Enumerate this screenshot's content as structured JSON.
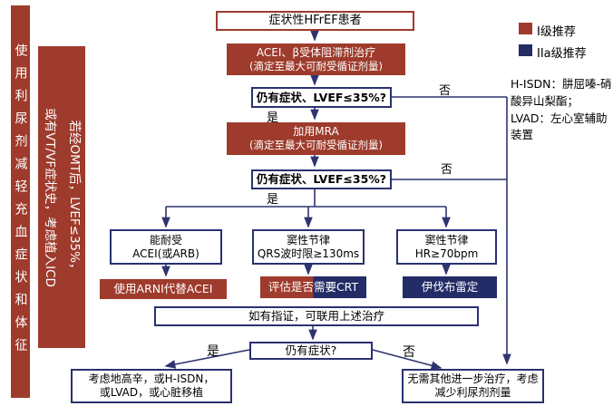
{
  "palette": {
    "class1_red": "#9e3b2c",
    "class2a_navy": "#232c66",
    "line_navy": "#2e3470"
  },
  "side_bars": {
    "diuretic_bar": "使用利尿剂减轻充血症状和体征",
    "icd_bar_line1": "若经OMT后，LVEF≤35%，",
    "icd_bar_line2": "或有VT/VF症状史，考虑植入ICD"
  },
  "flow": {
    "start": "症状性HFrEF患者",
    "acei_line1": "ACEI、β受体阻滞剂治疗",
    "acei_line2": "(滴定至最大可耐受循证剂量)",
    "q1": "仍有症状、LVEF≤35%?",
    "yes1": "是",
    "no1": "否",
    "mra_line1": "加用MRA",
    "mra_line2": "(滴定至最大可耐受循证剂量)",
    "q2": "仍有症状、LVEF≤35%?",
    "yes2": "是",
    "no2": "否",
    "branch_acei_line1": "能耐受",
    "branch_acei_line2": "ACEI(或ARB)",
    "branch_qrs_line1": "窦性节律",
    "branch_qrs_line2": "QRS波时限≥130ms",
    "branch_hr_line1": "窦性节律",
    "branch_hr_line2": "HR≥70bpm",
    "arni": "使用ARNI代替ACEI",
    "crt_left": "评估是否",
    "crt_right": "需要CRT",
    "ivabradine": "伊伐布雷定",
    "combine": "如有指证，可联用上述治疗",
    "q3": "仍有症状?",
    "yes3": "是",
    "no3": "否",
    "end_left_line1": "考虑地高辛，或H-ISDN，",
    "end_left_line2": "或LVAD，或心脏移植",
    "end_right_line1": "无需其他进一步治疗，考虑",
    "end_right_line2": "减少利尿剂剂量"
  },
  "legend": {
    "class1": "I级推荐",
    "class2a": "IIa级推荐"
  },
  "note": "H-ISDN：肼屈嗪-硝酸异山梨酯；LVAD：左心室辅助装置"
}
